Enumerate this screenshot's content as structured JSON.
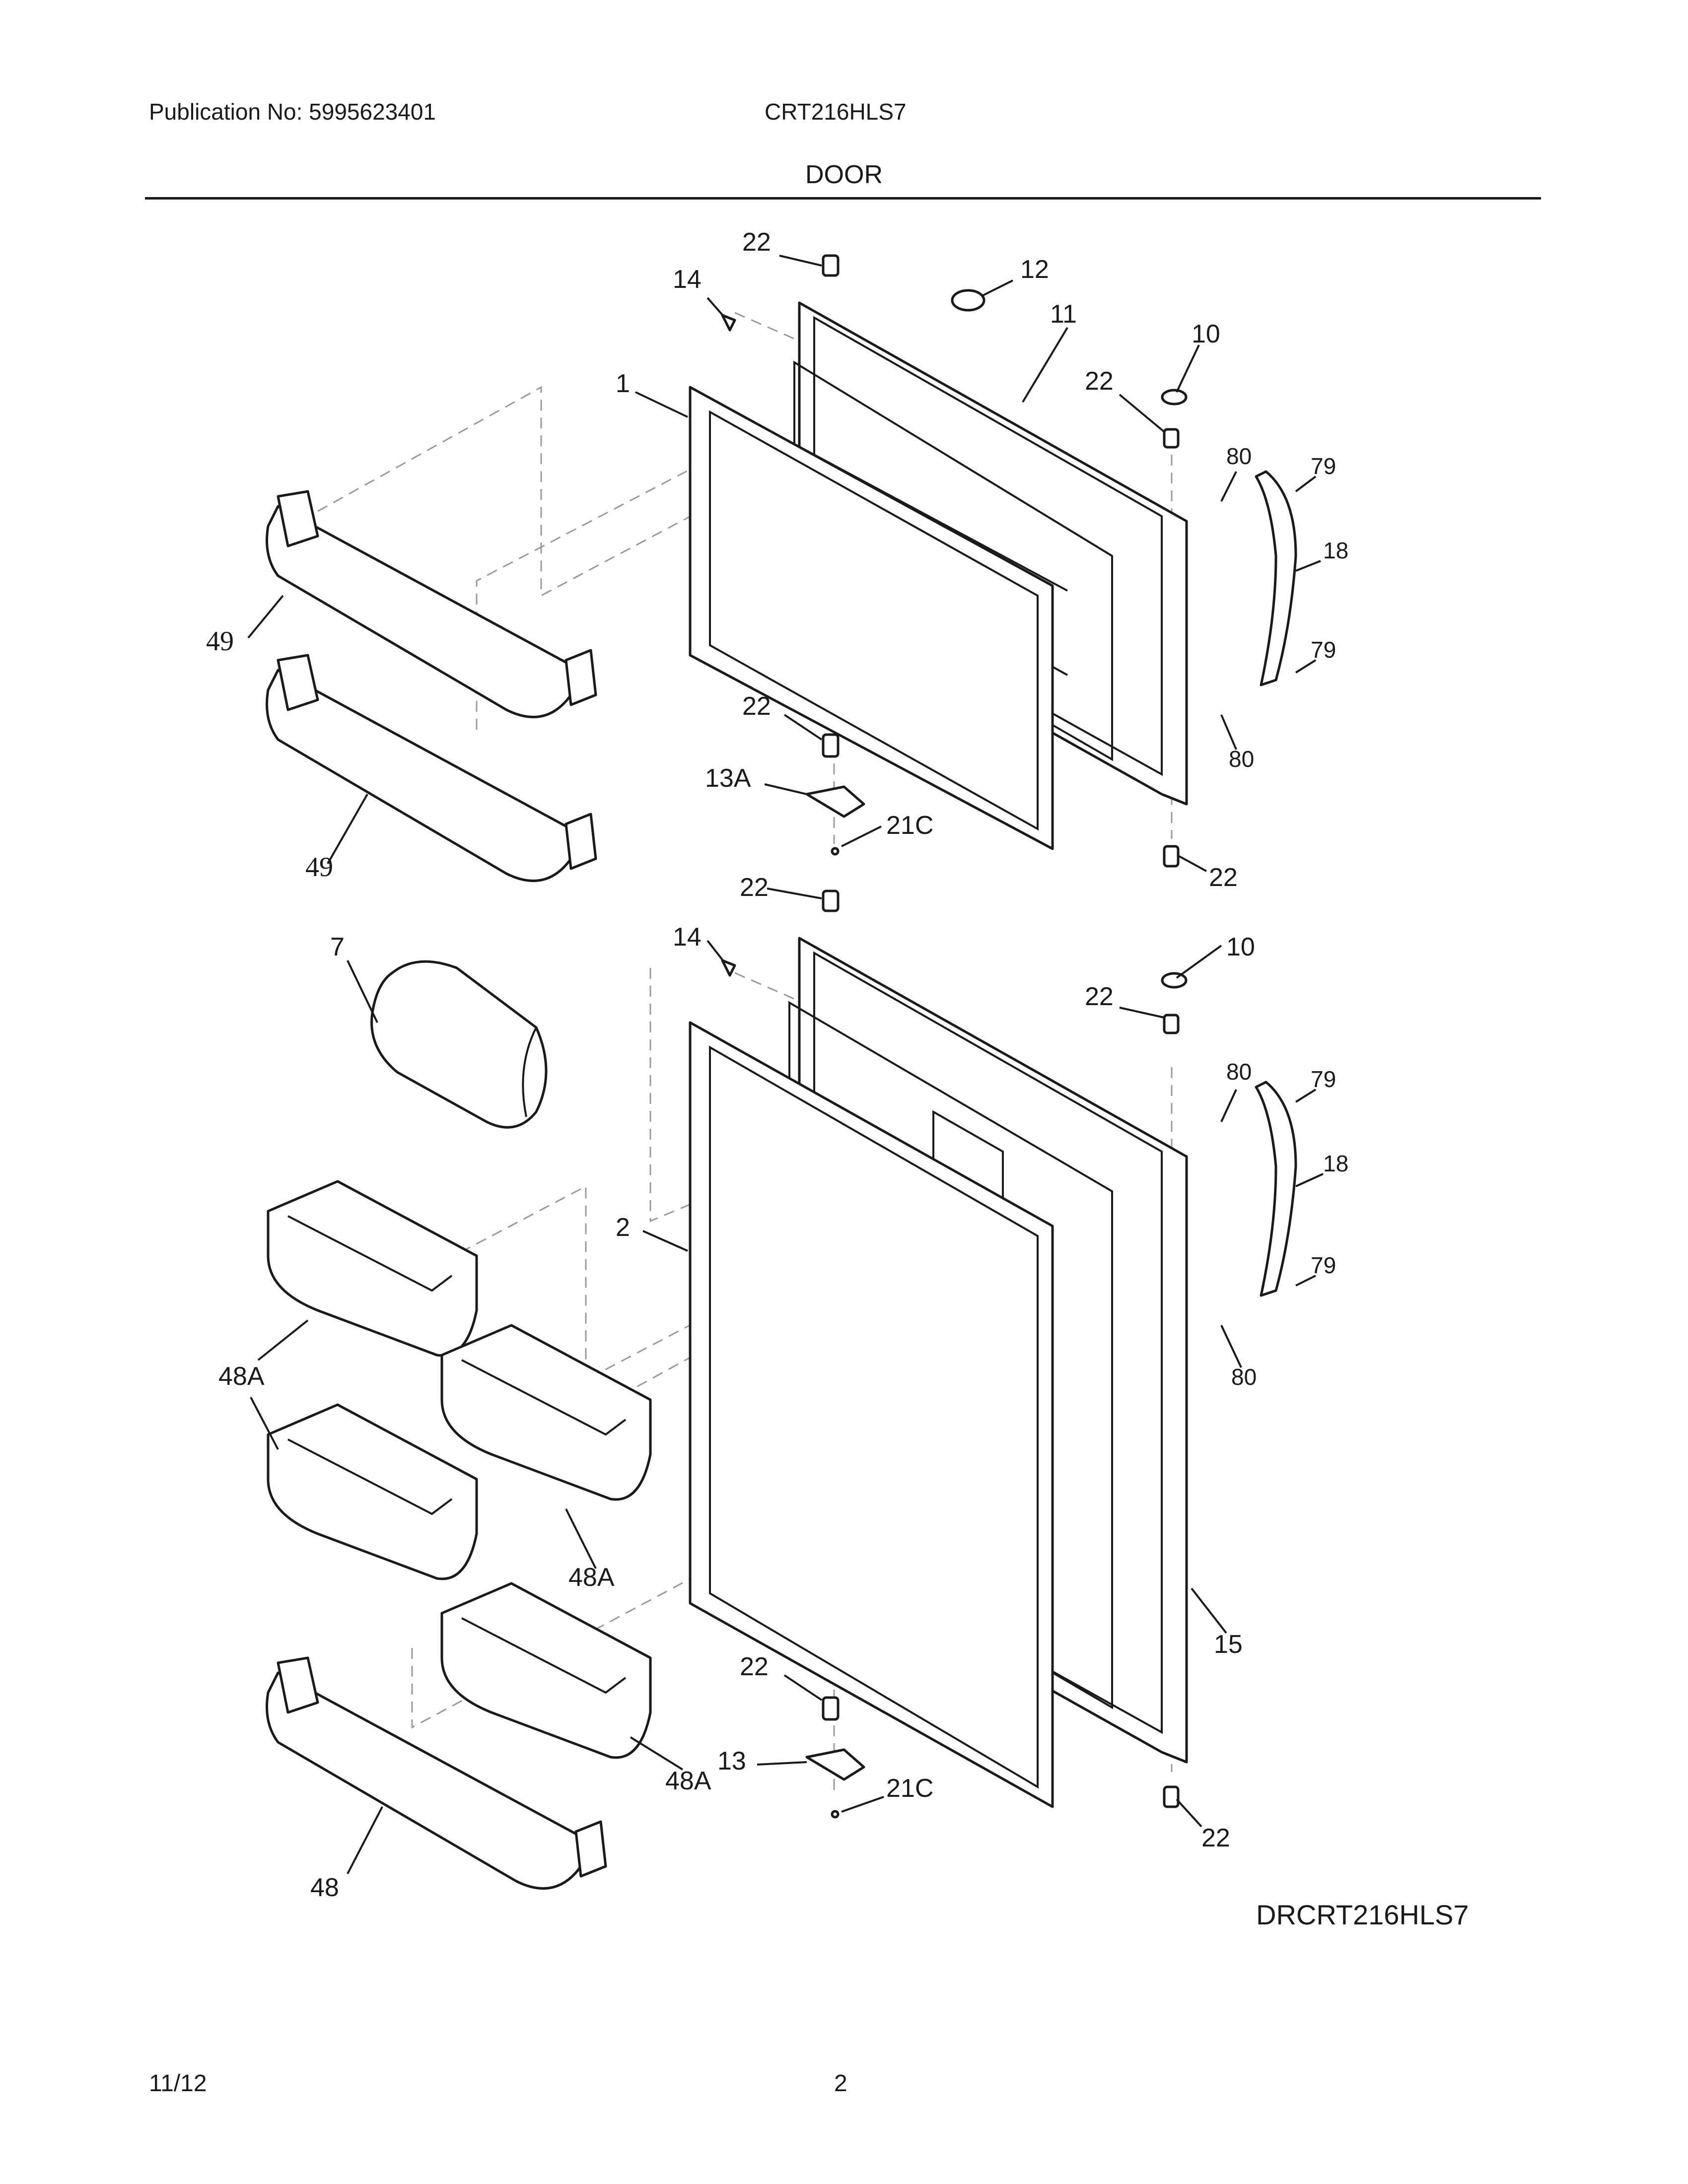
{
  "header": {
    "publication": "Publication No: 5995623401",
    "model": "CRT216HLS7",
    "section": "DOOR"
  },
  "diagram": {
    "code": "DRCRT216HLS7",
    "callouts": [
      "22",
      "12",
      "14",
      "11",
      "10",
      "1",
      "22",
      "80",
      "79",
      "18",
      "49",
      "79",
      "49",
      "22",
      "80",
      "13A",
      "21C",
      "22",
      "22",
      "14",
      "10",
      "7",
      "22",
      "80",
      "79",
      "18",
      "2",
      "79",
      "48A",
      "80",
      "48A",
      "15",
      "22",
      "13",
      "21C",
      "48A",
      "22",
      "48"
    ]
  },
  "footer": {
    "date": "11/12",
    "page": "2"
  }
}
